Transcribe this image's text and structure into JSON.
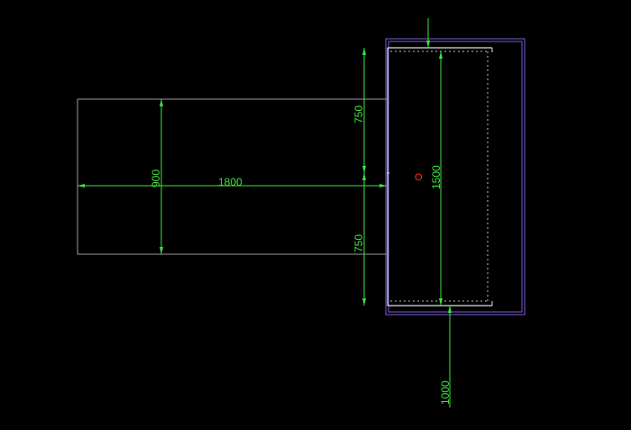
{
  "drawing": {
    "colors": {
      "background": "#000000",
      "geometry_white": "#d8d8d8",
      "geometry_gray": "#9a9a9a",
      "dimension_green": "#3fe33f",
      "frame_purple": "#7d5ad8",
      "center_marker_red": "#ff2a2a"
    },
    "dimensions": {
      "d1800": "1800",
      "d900": "900",
      "d750_top": "750",
      "d750_bottom": "750",
      "d1500": "1500",
      "d1000": "1000"
    },
    "center_marker": "O"
  }
}
